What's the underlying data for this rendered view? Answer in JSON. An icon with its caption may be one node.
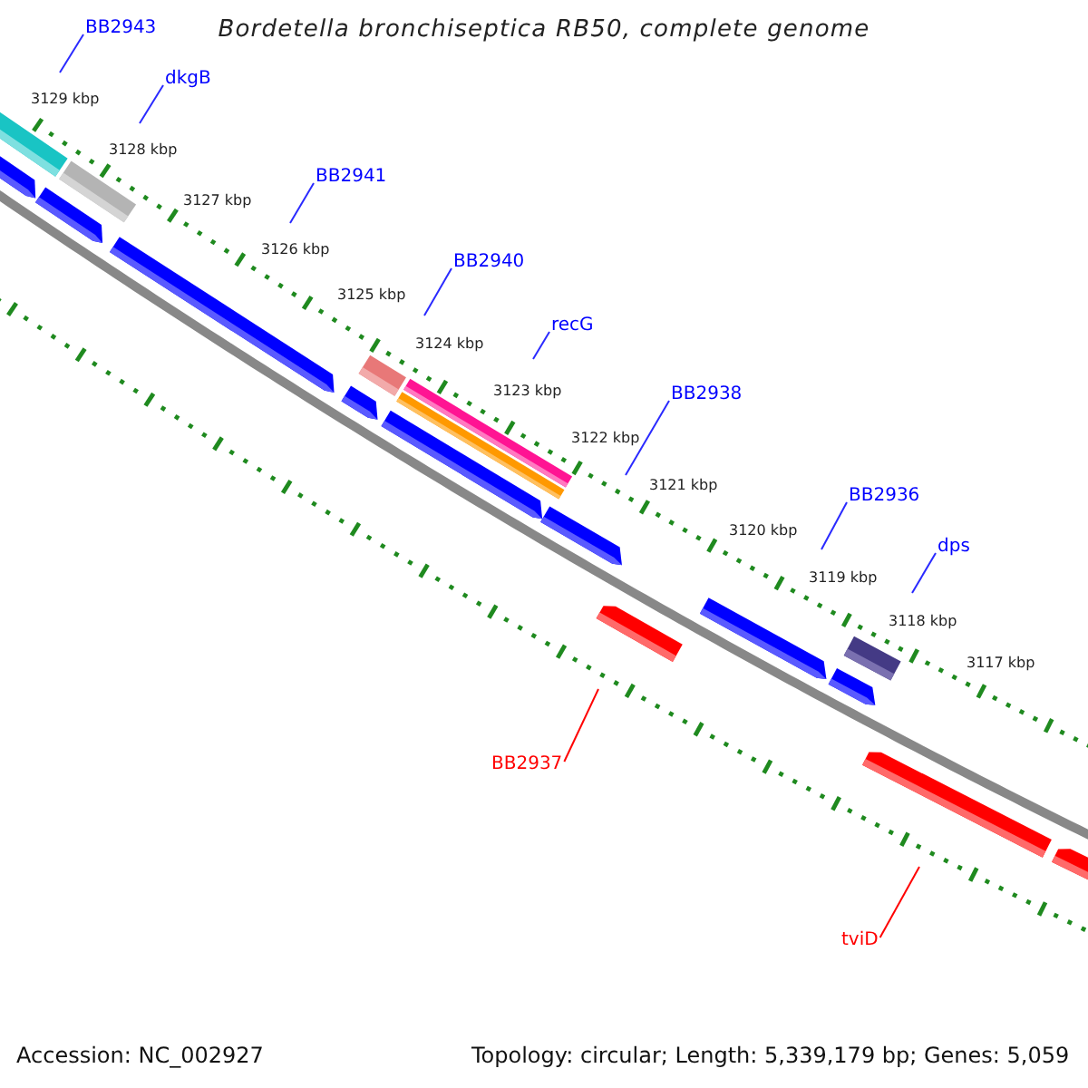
{
  "diagram": {
    "title": "Bordetella bronchiseptica RB50, complete genome",
    "nodes": [
      {
        "text": [
          "BB2943"
        ]
      },
      {
        "text": [
          "dkgB"
        ]
      },
      {
        "text": [
          "BB2941"
        ]
      },
      {
        "text": [
          "BB2940"
        ]
      },
      {
        "text": [
          "recG"
        ]
      },
      {
        "text": [
          "BB2938"
        ]
      },
      {
        "text": [
          "BB2936"
        ]
      },
      {
        "text": [
          "dps"
        ]
      },
      {
        "text": [
          "BB2937"
        ]
      },
      {
        "text": [
          "tviD"
        ]
      }
    ],
    "edges": [
      {
        "from": 0,
        "to": null,
        "arrow": "none"
      },
      {
        "from": 1,
        "to": null,
        "arrow": "none"
      },
      {
        "from": 2,
        "to": null,
        "arrow": "none"
      },
      {
        "from": 3,
        "to": null,
        "arrow": "none"
      },
      {
        "from": 4,
        "to": null,
        "arrow": "none"
      },
      {
        "from": 5,
        "to": null,
        "arrow": "none"
      },
      {
        "from": 6,
        "to": null,
        "arrow": "none"
      },
      {
        "from": 7,
        "to": null,
        "arrow": "none"
      },
      {
        "from": 8,
        "to": null,
        "arrow": "none",
        "color": "#ff0000"
      },
      {
        "from": 9,
        "to": null,
        "arrow": "none",
        "color": "#ff0000"
      }
    ],
    "labels": [
      "3129 kbp",
      "3128 kbp",
      "3127 kbp",
      "3126 kbp",
      "3125 kbp",
      "3124 kbp",
      "3123 kbp",
      "3122 kbp",
      "3121 kbp",
      "3120 kbp",
      "3119 kbp",
      "3118 kbp",
      "3117 kbp",
      "Accession: NC_002927",
      "Topology: circular; Length: 5,339,179 bp; Genes: 5,059"
    ]
  }
}
